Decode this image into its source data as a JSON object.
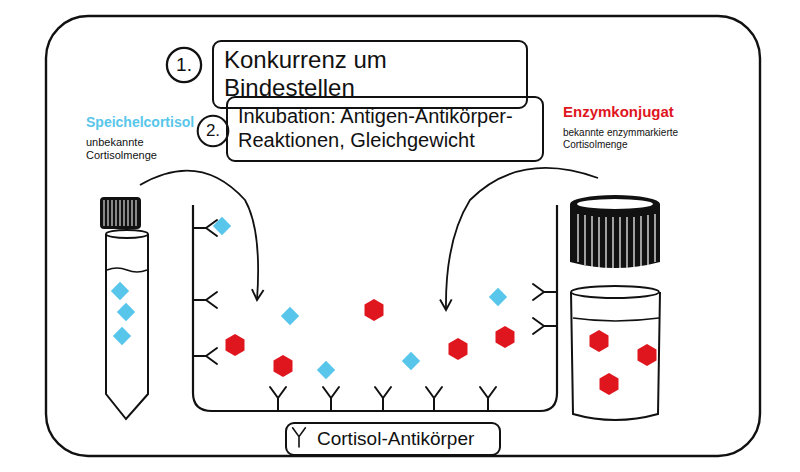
{
  "diagram": {
    "nodes": [
      {
        "text": [
          "1."
        ]
      },
      {
        "text": [
          "Konkurrenz um Bindestellen"
        ]
      },
      {
        "text": [
          "2."
        ]
      },
      {
        "text": [
          "Inkubation: Antigen-Antikörper- Reaktionen, Gleichgewicht"
        ]
      },
      {
        "text": [
          "Cortisol-Antikörper"
        ]
      }
    ],
    "labels": [
      "Speichelcortisol",
      "unbekannte Cortisolmenge",
      "Enzymkonjugat",
      "bekannte enzymmarkierte Cortisolmenge"
    ]
  }
}
